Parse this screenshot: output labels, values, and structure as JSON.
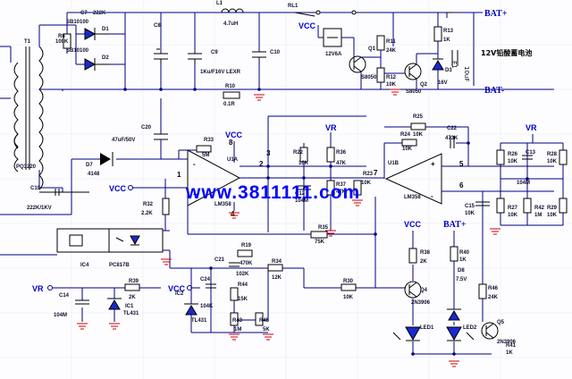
{
  "watermark": "www.3811111.com",
  "labels": {
    "t1": "T1",
    "pq": "PQ3220",
    "c19": "C19",
    "c19v": "222K/1KV",
    "c7": "C7",
    "c7v": "222K",
    "r8": "R8",
    "r8v": "100K",
    "d1": "SB10100",
    "d1n": "D1",
    "d2": "SB10100",
    "d2n": "D2",
    "c8": "C8",
    "c9": "C9",
    "c9v": "1Ku/F16V LEXR",
    "c10": "C10",
    "l1": "L1",
    "l1v": "4.7uH",
    "r10": "R10",
    "r10v": "0.1R",
    "c20": "C20",
    "c20v": "47uF/50V",
    "d7": "D7",
    "d7v": "4148",
    "vcc1": "VCC",
    "vcc2": "VCC",
    "vcc3": "VCC",
    "vcc4": "VCC",
    "vcc5": "VCC",
    "rl1": "RL1",
    "rl1v": "12V6A",
    "r11": "R11",
    "r11v": "24K",
    "r12": "R12",
    "r12v": "10K",
    "q1": "Q1",
    "q1v": "S8050",
    "q2": "Q2",
    "q2v": "S8050",
    "r13": "R13",
    "r13v": "1K",
    "d3": "D3",
    "d3v": "16V",
    "e1": "E1",
    "e1v": "10uF",
    "bat_plus1": "BAT+",
    "bat_minus1": "BAT-",
    "bat_plus2": "BAT+",
    "battery_cn": "12V铅酸蓄电池",
    "r33": "R33",
    "r33v": "5M",
    "u1a": "U1A",
    "lm358a": "LM358",
    "pin1": "1",
    "pin2": "2",
    "pin3": "3",
    "pin8": "8",
    "pin4": "4",
    "pin5": "5",
    "pin6": "6",
    "pin7": "7",
    "r22": "R22",
    "r22v": "10K",
    "r36": "R36",
    "r36v": "47K",
    "vr1": "VR",
    "vr2": "VR",
    "vr3": "VR",
    "r23": "R23",
    "r23v": "10K",
    "r37": "R37",
    "r37v": "47K",
    "c12": "C12",
    "c12v": "104M",
    "u1b": "U1B",
    "lm358b": "LM358",
    "r25": "R25",
    "r25v": "10K",
    "r24": "R24",
    "r24v": "10K",
    "c22": "C22",
    "c22v": "473K",
    "r26": "R26",
    "r26v": "10K",
    "c13": "C13",
    "c13v": "104M",
    "r28": "R28",
    "r28v": "10K",
    "c15": "C15",
    "c15v": "10K",
    "r27": "R27",
    "r27v": "10K",
    "r42": "R42",
    "r42v": "1M",
    "r29": "R29",
    "r29v": "10K",
    "r35": "R35",
    "r35v": "75K",
    "r32": "R32",
    "r32v": "2.2K",
    "ic4": "IC4",
    "pc817": "PC817B",
    "r19": "R19",
    "r19v": "470K",
    "r34": "R34",
    "r34v": "12K",
    "c21": "C21",
    "c21v": "102K",
    "r30": "R30",
    "r30v": "10K",
    "c14": "C14",
    "c14v": "104M",
    "r39": "R39",
    "r39v": "2K",
    "ic1": "IC1",
    "tl431a": "TL431",
    "c24": "C24",
    "c24v": "104K",
    "ic2": "IC2",
    "tl431b": "TL431",
    "r44": "R44",
    "r44v": "15K",
    "r43": "R43",
    "r43v": "1M",
    "r45": "R45",
    "r45v": "5K",
    "r38": "R38",
    "r38v": "2K",
    "q4": "Q4",
    "q4v": "2N3906",
    "r40": "R40",
    "r40v": "1K",
    "d8": "D8",
    "d8v": "7.5V",
    "led1": "LED1",
    "led2": "LED2",
    "r46": "R46",
    "r46v": "24K",
    "q5": "Q5",
    "q5v": "2N3906",
    "r41": "R41",
    "r41v": "1K"
  }
}
